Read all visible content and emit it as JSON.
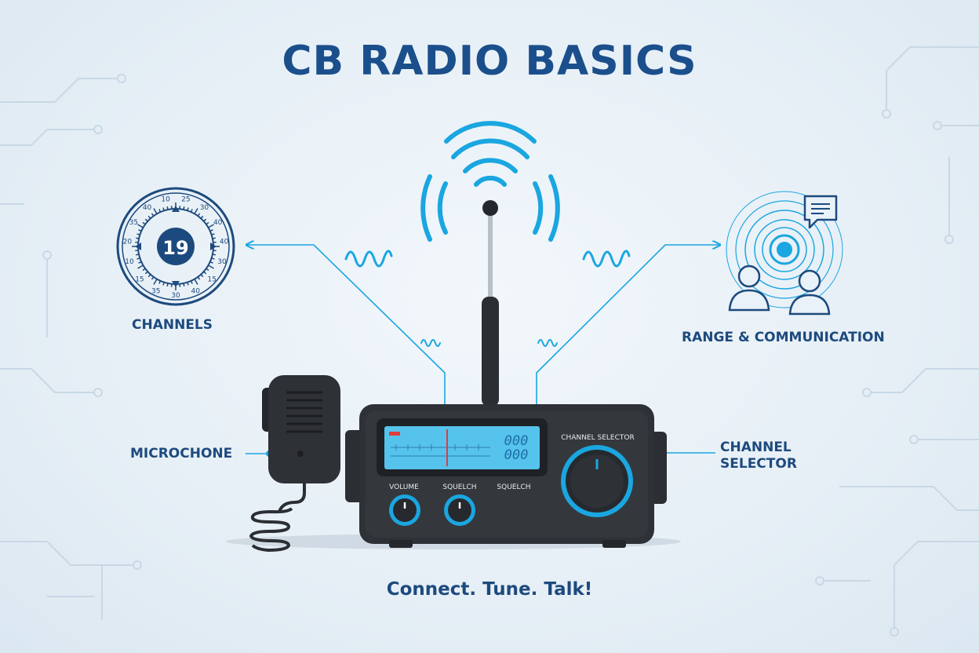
{
  "title": "CB RADIO BASICS",
  "tagline": "Connect. Tune. Talk!",
  "callouts": {
    "channels": "CHANNELS",
    "range": "RANGE & COMMUNICATION",
    "microphone": "MICROCHONE",
    "channel_selector": [
      "CHANNEL",
      "SELECTOR"
    ]
  },
  "dial": {
    "channel": "19",
    "ticks": [
      "25",
      "30",
      "40",
      "40",
      "30",
      "15",
      "40",
      "30",
      "35",
      "15",
      "10",
      "20",
      "35",
      "40",
      "10"
    ]
  },
  "radio": {
    "display_digits": [
      "000",
      "000"
    ],
    "knob_labels": [
      "VOLUME",
      "SQUELCH",
      "SQUELCH"
    ],
    "panel_label": "CHANNEL SELECTOR"
  },
  "colors": {
    "title": "#1b4f8c",
    "accent": "#1aa6e0",
    "navy": "#1d4a7e",
    "radio_body": "#2b2e33",
    "screen": "#56c3ec",
    "indicator_red": "#e23b3b"
  },
  "icons": [
    "radio-waves-icon",
    "channel-dial-icon",
    "range-communication-icon",
    "chat-bubble-icon",
    "person-icon",
    "microphone-icon"
  ]
}
